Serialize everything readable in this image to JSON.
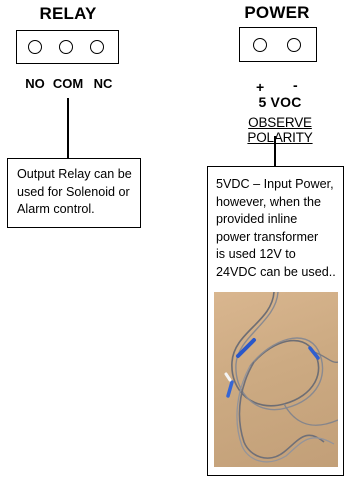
{
  "relay": {
    "title": "RELAY",
    "labels": [
      "NO",
      "COM",
      "NC"
    ],
    "note_lines": [
      "Output Relay can be",
      "used for Solenoid or",
      "Alarm control."
    ]
  },
  "power": {
    "title": "POWER",
    "plus": "+",
    "minus": "-",
    "voltage": "5 VOC",
    "polarity": "OBSERVE POLARITY",
    "note_lines": [
      "5VDC – Input Power,",
      "however, when the",
      "provided inline",
      "power transformer",
      "is used 12V to",
      "24VDC can be used.."
    ]
  },
  "photo": {
    "subject": "cable-with-inline-transformer"
  }
}
